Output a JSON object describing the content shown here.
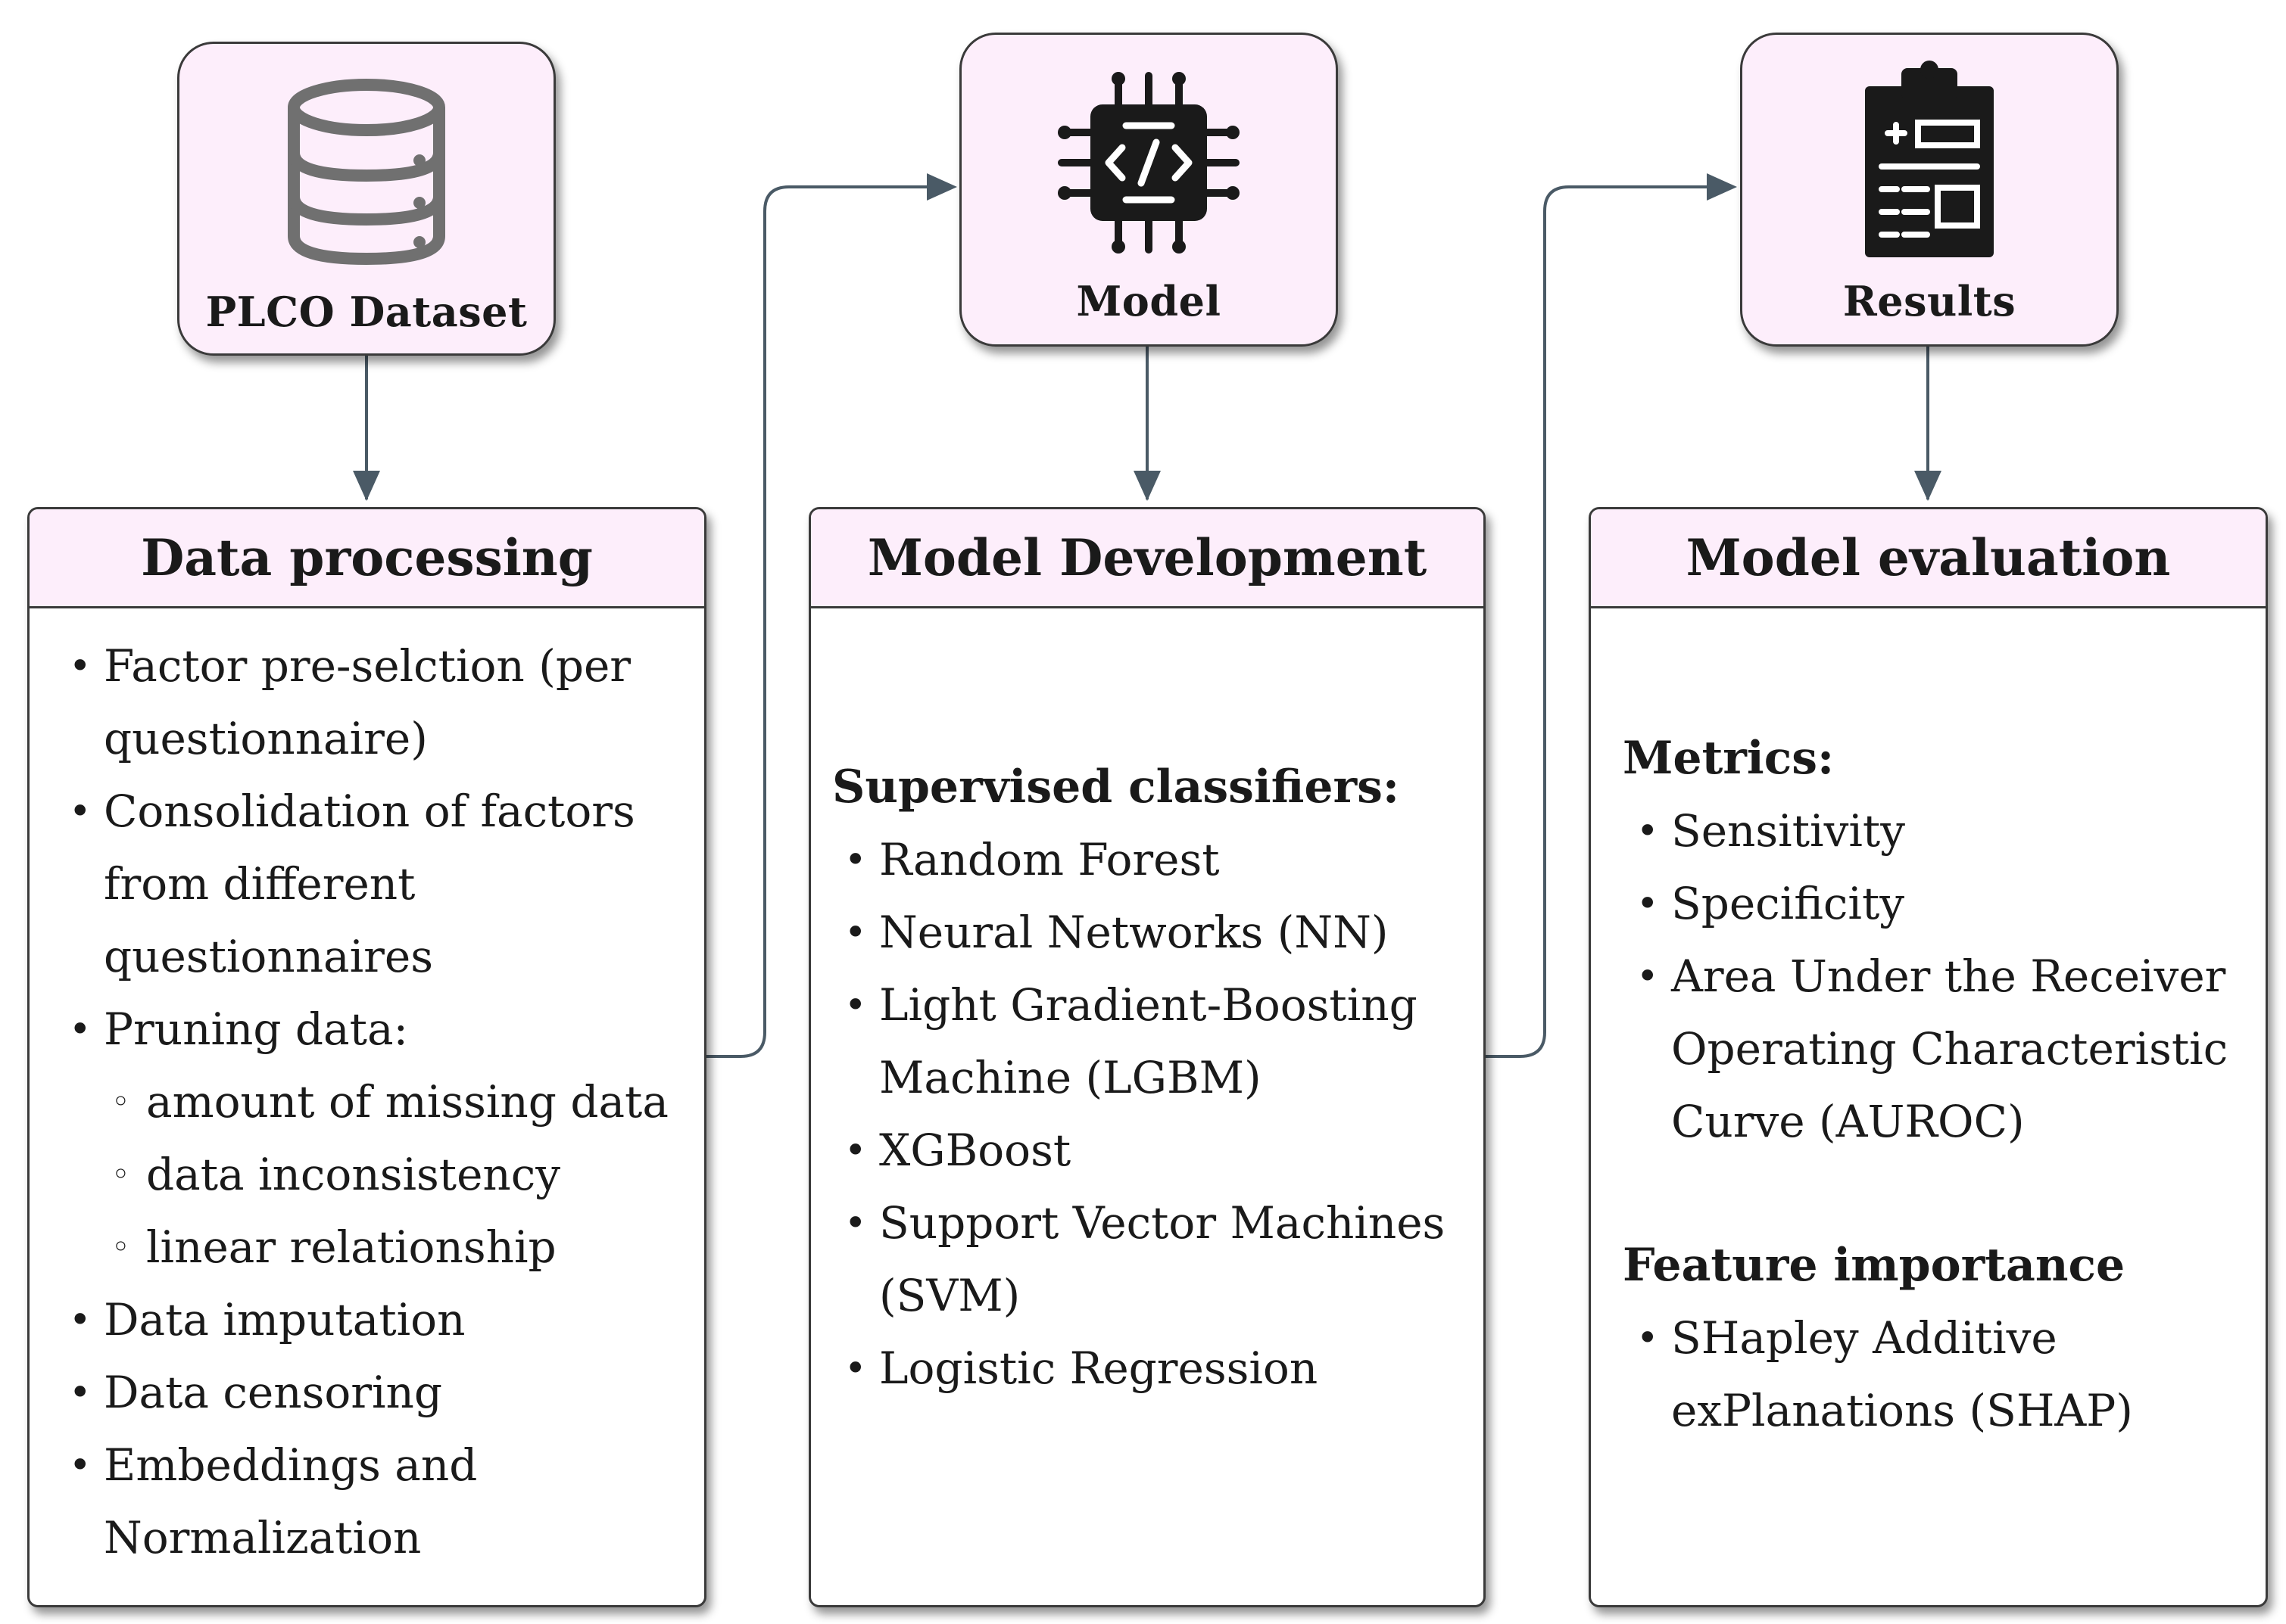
{
  "nodes": {
    "dataset": {
      "label": "PLCO Dataset",
      "icon": "database-icon"
    },
    "model": {
      "label": "Model",
      "icon": "code-chip-icon"
    },
    "results": {
      "label": "Results",
      "icon": "clipboard-report-icon"
    }
  },
  "panels": {
    "processing": {
      "title": "Data processing",
      "items": [
        {
          "text": "Factor pre-selction (per questionnaire)"
        },
        {
          "text": "Consolidation of factors from different questionnaires"
        },
        {
          "text": "Pruning data:",
          "subitems": [
            "amount of missing data",
            "data inconsistency",
            "linear relationship"
          ]
        },
        {
          "text": "Data imputation"
        },
        {
          "text": "Data censoring"
        },
        {
          "text": "Embeddings and Normalization"
        }
      ]
    },
    "development": {
      "title": "Model Development",
      "section_title": "Supervised classifiers:",
      "items": [
        "Random Forest",
        "Neural Networks (NN)",
        "Light Gradient-Boosting Machine (LGBM)",
        "XGBoost",
        "Support Vector Machines (SVM)",
        "Logistic Regression"
      ]
    },
    "evaluation": {
      "title": "Model evaluation",
      "metrics_title": "Metrics:",
      "metrics": [
        "Sensitivity",
        "Specificity",
        "Area Under the Receiver Operating Characteristic Curve (AUROC)"
      ],
      "importance_title": "Feature importance",
      "importance": [
        "SHapley Additive exPlanations (SHAP)"
      ]
    }
  },
  "colors": {
    "node_fill": "#fdeefb",
    "border": "#3a3a3a",
    "connector": "#4a5a66"
  }
}
